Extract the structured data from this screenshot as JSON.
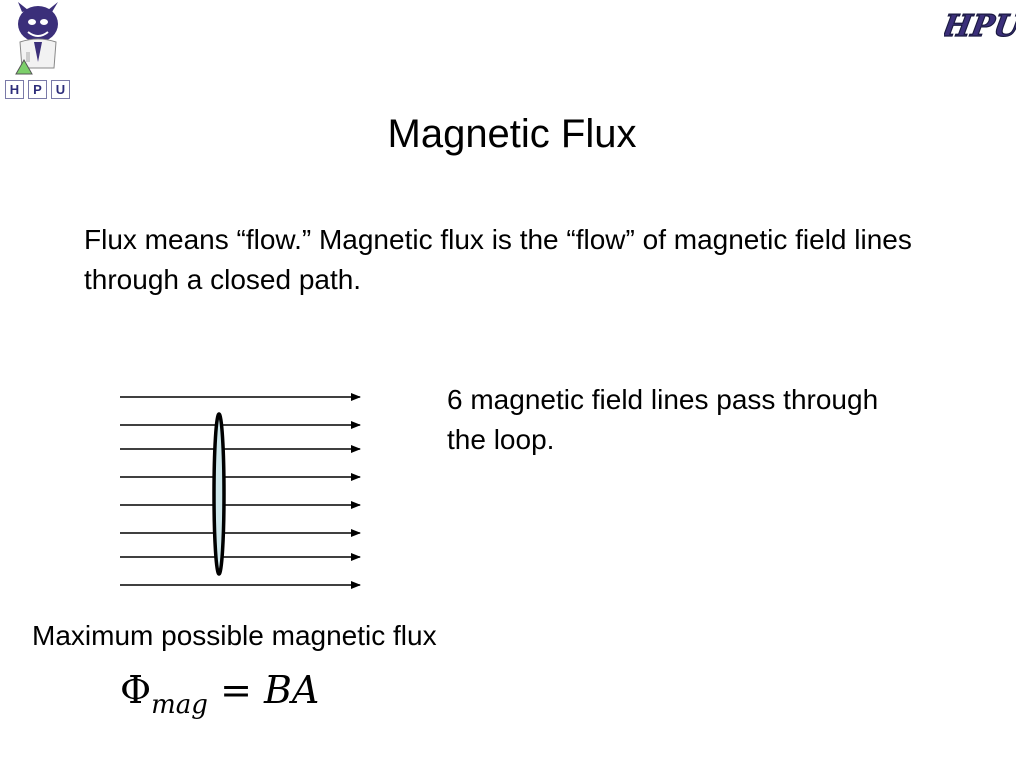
{
  "logos": {
    "left_letters": [
      "H",
      "P",
      "U"
    ],
    "right_text": "HPU"
  },
  "slide": {
    "title": "Magnetic Flux",
    "intro": "Flux means “flow.” Magnetic flux is the “flow” of magnetic field lines through a closed path.",
    "caption": "6 magnetic field lines pass through the loop.",
    "max_flux_label": "Maximum possible magnetic flux",
    "equation": {
      "symbol": "Φ",
      "subscript": "mag",
      "rhs": "= BA"
    }
  },
  "diagram": {
    "field_line_count": 8,
    "lines_through_loop": 6,
    "loop_fill": "#cfe8ec",
    "line_color": "#000000"
  }
}
